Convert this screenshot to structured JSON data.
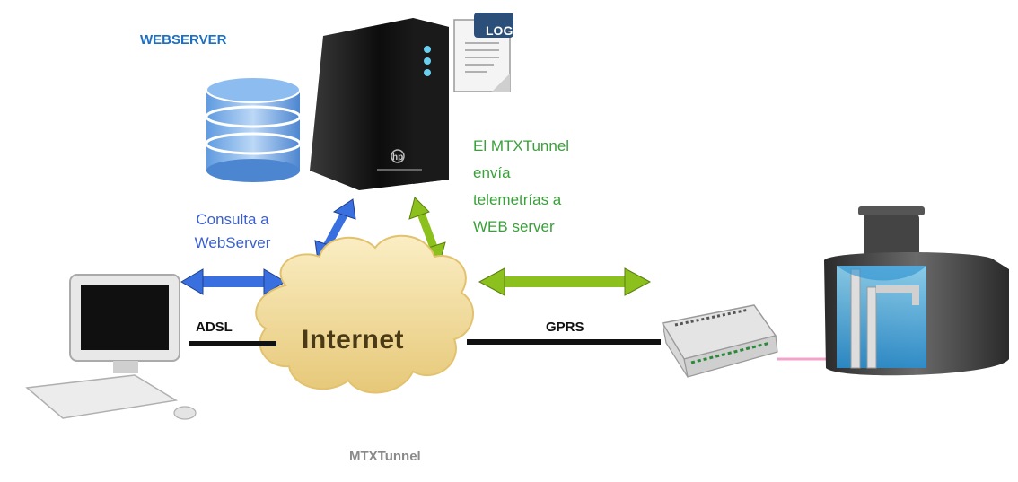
{
  "labels": {
    "webserver": "WEBSERVER",
    "consulta_line1": "Consulta a",
    "consulta_line2": "WebServer",
    "mtx_line1": "El MTXTunnel",
    "mtx_line2": "envía",
    "mtx_line3": "telemetrías a",
    "mtx_line4": "WEB server",
    "adsl": "ADSL",
    "gprs": "GPRS",
    "internet": "Internet",
    "mtxtunnel": "MTXTunnel",
    "log": "LOG",
    "hp_logo": "hp"
  },
  "colors": {
    "blue_arrow": "#3a6fe0",
    "green_arrow": "#8cc01c",
    "cloud_fill": "#f2dc9c",
    "sensor_cable": "#f2a3c8"
  }
}
